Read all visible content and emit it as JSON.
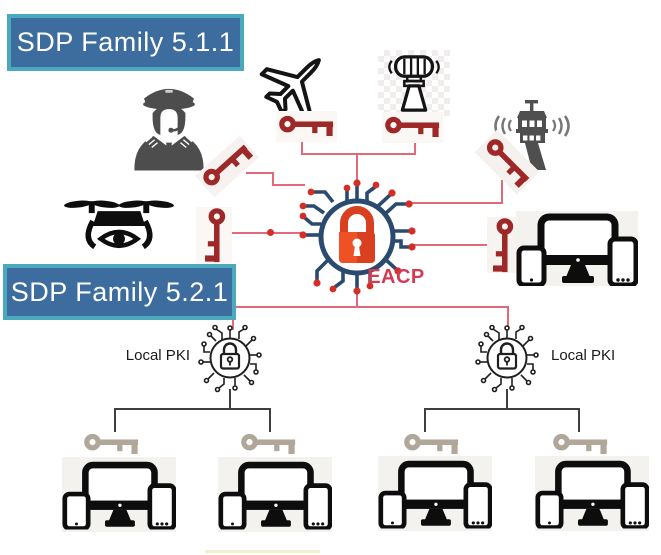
{
  "diagram": {
    "title_boxes": [
      {
        "id": "sdp-family-511",
        "label": "SDP Family 5.1.1"
      },
      {
        "id": "sdp-family-521",
        "label": "SDP Family 5.2.1"
      }
    ],
    "central_node": {
      "label": "EACP",
      "icon": "circuit-lock-icon"
    },
    "pki_nodes": [
      {
        "side": "left",
        "label": "Local PKI",
        "icon": "circuit-lock-outline-icon"
      },
      {
        "side": "right",
        "label": "Local PKI",
        "icon": "circuit-lock-outline-icon"
      }
    ],
    "actors": [
      {
        "id": "pilot",
        "icon": "pilot-icon",
        "key_color": "red"
      },
      {
        "id": "airplane",
        "icon": "airplane-icon",
        "key_color": "red"
      },
      {
        "id": "radio-beacon",
        "icon": "radio-beacon-icon",
        "key_color": "red"
      },
      {
        "id": "control-tower",
        "icon": "control-tower-icon",
        "key_color": "red"
      },
      {
        "id": "drone",
        "icon": "drone-icon",
        "key_color": "red"
      },
      {
        "id": "devices",
        "icon": "devices-icon",
        "key_color": "red"
      }
    ],
    "leaf_clusters": [
      {
        "id": "cluster-1",
        "icon": "devices-icon",
        "key_color": "gray"
      },
      {
        "id": "cluster-2",
        "icon": "devices-icon",
        "key_color": "gray"
      },
      {
        "id": "cluster-3",
        "icon": "devices-icon",
        "key_color": "gray"
      },
      {
        "id": "cluster-4",
        "icon": "devices-icon",
        "key_color": "gray"
      }
    ],
    "edges": [
      "pilot-key -> EACP",
      "airplane-key -> EACP",
      "radio-beacon-key -> EACP",
      "control-tower-key -> EACP",
      "drone-key -> EACP",
      "devices-key -> EACP",
      "EACP -> local-pki-left",
      "EACP -> local-pki-right",
      "local-pki-left -> cluster-1",
      "local-pki-left -> cluster-2",
      "local-pki-right -> cluster-3",
      "local-pki-right -> cluster-4"
    ]
  },
  "colors": {
    "box_fill": "#3c6d9e",
    "box_border": "#4aa9bd",
    "box_text": "#ffffff",
    "key_red": "#9e2828",
    "key_gray": "#b0a79a",
    "line_pink": "#e2697a",
    "line_dark": "#3f3f3f",
    "eacp_navy": "#2b4a6f",
    "eacp_dot_red": "#d22f27",
    "lock_orange": "#f05025",
    "lock_red": "#d8401f",
    "eacp_text": "#d23b54",
    "icon_dark_gray": "#4d4d4d",
    "tile_bg": "#f3f2ef"
  }
}
